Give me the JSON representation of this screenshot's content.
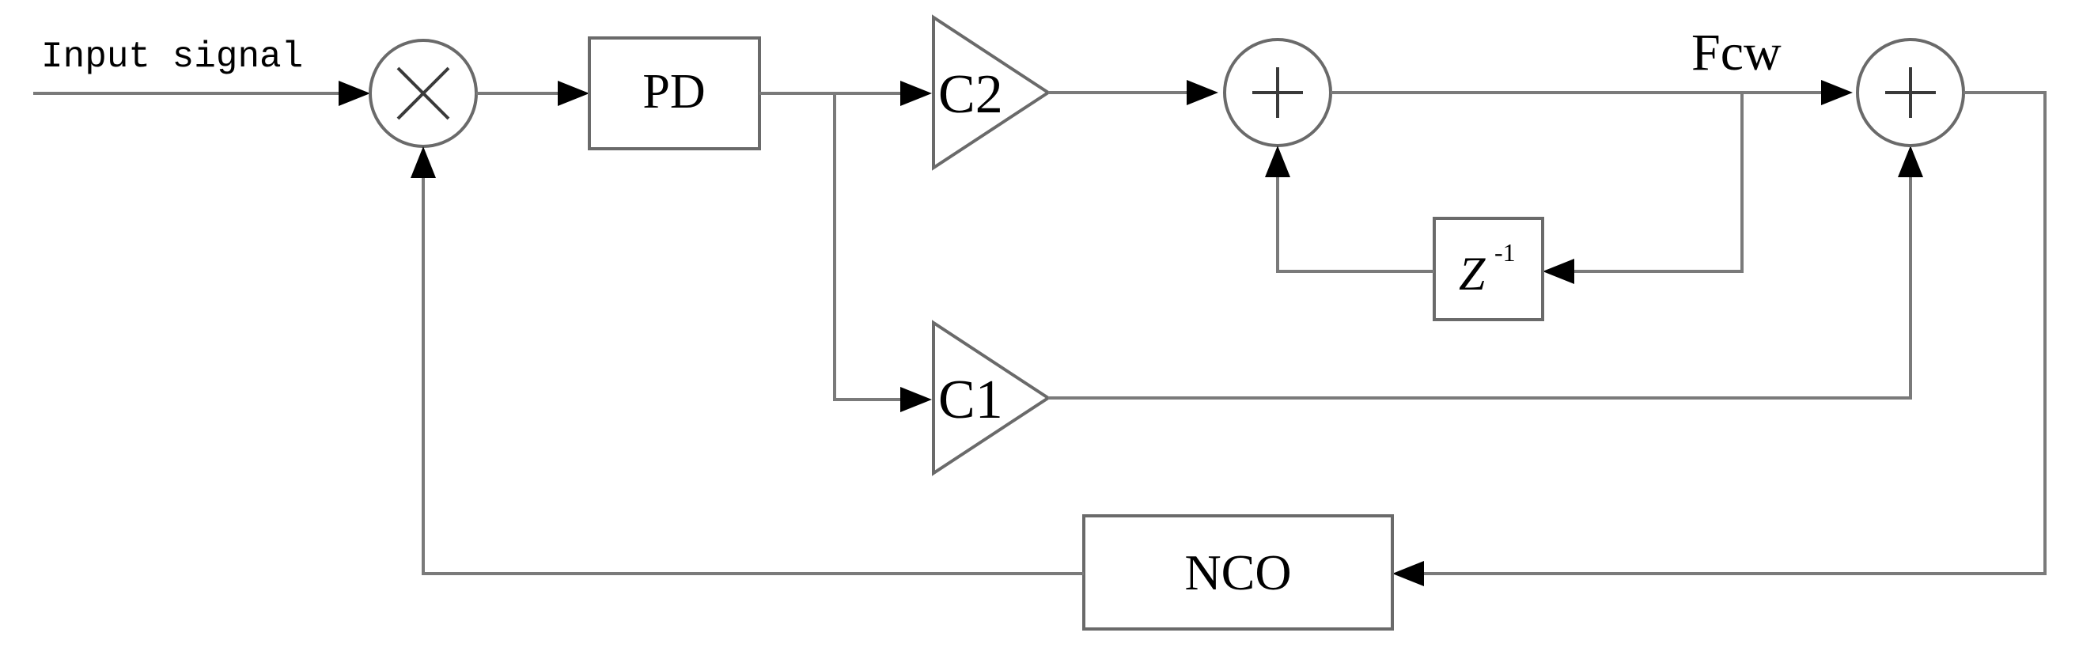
{
  "labels": {
    "input_signal": "Input signal",
    "pd": "PD",
    "c2": "C2",
    "c1": "C1",
    "fcw": "Fcw",
    "delay_base": "Z",
    "delay_exp": "-1",
    "nco": "NCO"
  },
  "symbols": {
    "multiplier": "×",
    "adder": "+"
  }
}
